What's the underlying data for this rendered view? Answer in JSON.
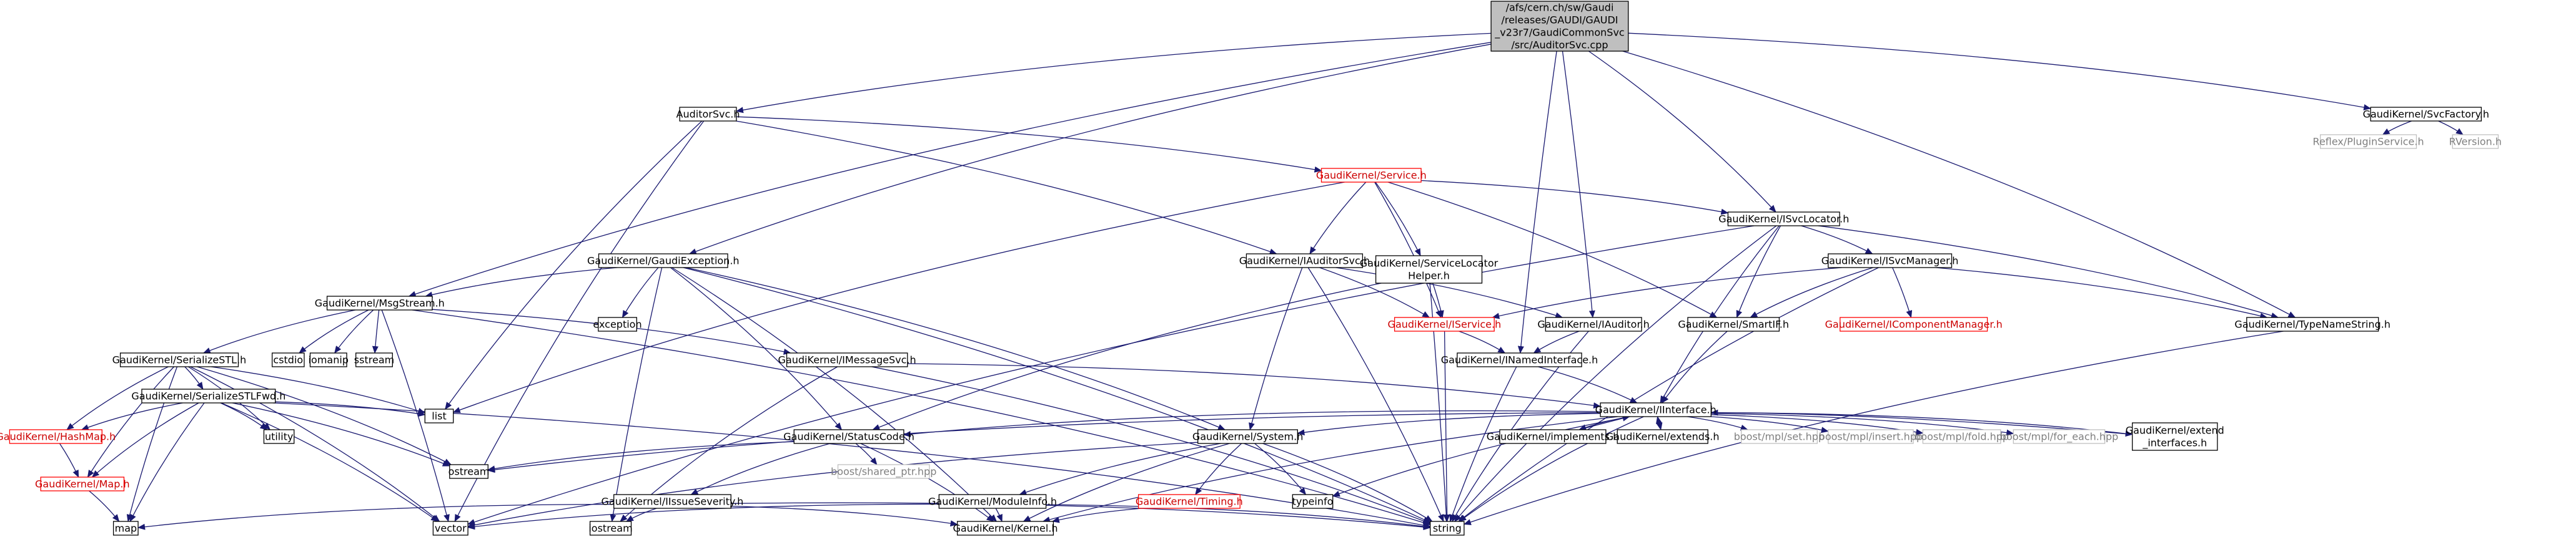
{
  "colors": {
    "edge": "#191970",
    "border": "#000000",
    "border_red": "#ff0000",
    "border_grey": "#bfbfbf",
    "root_fill": "#bfbfbf",
    "fill": "#ffffff"
  },
  "nodes": [
    {
      "id": "root",
      "lines": [
        "/afs/cern.ch/sw/Gaudi",
        "/releases/GAUDI/GAUDI",
        "_v23r7/GaudiCommonSvc",
        "/src/AuditorSvc.cpp"
      ],
      "style": "root"
    },
    {
      "id": "auditorsvc_h",
      "lines": [
        "AuditorSvc.h"
      ],
      "style": "normal"
    },
    {
      "id": "svcfactory",
      "lines": [
        "GaudiKernel/SvcFactory.h"
      ],
      "style": "normal"
    },
    {
      "id": "reflex",
      "lines": [
        "Reflex/PluginService.h"
      ],
      "style": "grey"
    },
    {
      "id": "rversion",
      "lines": [
        "RVersion.h"
      ],
      "style": "grey"
    },
    {
      "id": "service",
      "lines": [
        "GaudiKernel/Service.h"
      ],
      "style": "red"
    },
    {
      "id": "isvclocator",
      "lines": [
        "GaudiKernel/ISvcLocator.h"
      ],
      "style": "normal"
    },
    {
      "id": "gaudiexception",
      "lines": [
        "GaudiKernel/GaudiException.h"
      ],
      "style": "normal"
    },
    {
      "id": "iauditorsvc",
      "lines": [
        "GaudiKernel/IAuditorSvc.h"
      ],
      "style": "normal"
    },
    {
      "id": "servicelocatorhelper",
      "lines": [
        "GaudiKernel/ServiceLocator",
        "Helper.h"
      ],
      "style": "normal"
    },
    {
      "id": "isvcmanager",
      "lines": [
        "GaudiKernel/ISvcManager.h"
      ],
      "style": "normal"
    },
    {
      "id": "msgstream",
      "lines": [
        "GaudiKernel/MsgStream.h"
      ],
      "style": "normal"
    },
    {
      "id": "exception",
      "lines": [
        "exception"
      ],
      "style": "normal"
    },
    {
      "id": "iservice",
      "lines": [
        "GaudiKernel/IService.h"
      ],
      "style": "red"
    },
    {
      "id": "iauditor",
      "lines": [
        "GaudiKernel/IAuditor.h"
      ],
      "style": "normal"
    },
    {
      "id": "smartif",
      "lines": [
        "GaudiKernel/SmartIF.h"
      ],
      "style": "normal"
    },
    {
      "id": "icomponentmanager",
      "lines": [
        "GaudiKernel/IComponentManager.h"
      ],
      "style": "red"
    },
    {
      "id": "typenamestring",
      "lines": [
        "GaudiKernel/TypeNameString.h"
      ],
      "style": "normal"
    },
    {
      "id": "serializestl",
      "lines": [
        "GaudiKernel/SerializeSTL.h"
      ],
      "style": "normal"
    },
    {
      "id": "cstdio",
      "lines": [
        "cstdio"
      ],
      "style": "normal"
    },
    {
      "id": "iomanip",
      "lines": [
        "iomanip"
      ],
      "style": "normal"
    },
    {
      "id": "sstream",
      "lines": [
        "sstream"
      ],
      "style": "normal"
    },
    {
      "id": "imessagesvc",
      "lines": [
        "GaudiKernel/IMessageSvc.h"
      ],
      "style": "normal"
    },
    {
      "id": "inamedinterface",
      "lines": [
        "GaudiKernel/INamedInterface.h"
      ],
      "style": "normal"
    },
    {
      "id": "serializestlfwd",
      "lines": [
        "GaudiKernel/SerializeSTLFwd.h"
      ],
      "style": "normal"
    },
    {
      "id": "list",
      "lines": [
        "list"
      ],
      "style": "normal"
    },
    {
      "id": "utility",
      "lines": [
        "utility"
      ],
      "style": "normal"
    },
    {
      "id": "iinterface",
      "lines": [
        "GaudiKernel/IInterface.h"
      ],
      "style": "normal"
    },
    {
      "id": "hashmap",
      "lines": [
        "GaudiKernel/HashMap.h"
      ],
      "style": "red"
    },
    {
      "id": "statuscode",
      "lines": [
        "GaudiKernel/StatusCode.h"
      ],
      "style": "normal"
    },
    {
      "id": "system",
      "lines": [
        "GaudiKernel/System.h"
      ],
      "style": "normal"
    },
    {
      "id": "implements",
      "lines": [
        "GaudiKernel/implements.h"
      ],
      "style": "normal"
    },
    {
      "id": "extends",
      "lines": [
        "GaudiKernel/extends.h"
      ],
      "style": "normal"
    },
    {
      "id": "mplset",
      "lines": [
        "boost/mpl/set.hpp"
      ],
      "style": "grey"
    },
    {
      "id": "mplinsert",
      "lines": [
        "boost/mpl/insert.hpp"
      ],
      "style": "grey"
    },
    {
      "id": "mplfold",
      "lines": [
        "boost/mpl/fold.hpp"
      ],
      "style": "grey"
    },
    {
      "id": "mplforeach",
      "lines": [
        "boost/mpl/for_each.hpp"
      ],
      "style": "grey"
    },
    {
      "id": "extendinterfaces",
      "lines": [
        "GaudiKernel/extend",
        "_interfaces.h"
      ],
      "style": "normal"
    },
    {
      "id": "map_h",
      "lines": [
        "GaudiKernel/Map.h"
      ],
      "style": "red"
    },
    {
      "id": "ostream",
      "lines": [
        "ostream"
      ],
      "style": "normal"
    },
    {
      "id": "sharedptr",
      "lines": [
        "boost/shared_ptr.hpp"
      ],
      "style": "grey"
    },
    {
      "id": "iissueseverity",
      "lines": [
        "GaudiKernel/IIssueSeverity.h"
      ],
      "style": "normal"
    },
    {
      "id": "moduleinfo",
      "lines": [
        "GaudiKernel/ModuleInfo.h"
      ],
      "style": "normal"
    },
    {
      "id": "timing",
      "lines": [
        "GaudiKernel/Timing.h"
      ],
      "style": "red"
    },
    {
      "id": "typeinfo",
      "lines": [
        "typeinfo"
      ],
      "style": "normal"
    },
    {
      "id": "map",
      "lines": [
        "map"
      ],
      "style": "normal"
    },
    {
      "id": "vector",
      "lines": [
        "vector"
      ],
      "style": "normal"
    },
    {
      "id": "iostream",
      "lines": [
        "iostream"
      ],
      "style": "normal"
    },
    {
      "id": "kernel",
      "lines": [
        "GaudiKernel/Kernel.h"
      ],
      "style": "normal"
    },
    {
      "id": "string",
      "lines": [
        "string"
      ],
      "style": "normal"
    }
  ],
  "edges": [
    [
      "root",
      "auditorsvc_h"
    ],
    [
      "root",
      "svcfactory"
    ],
    [
      "root",
      "isvclocator"
    ],
    [
      "root",
      "gaudiexception"
    ],
    [
      "root",
      "msgstream"
    ],
    [
      "root",
      "iauditor"
    ],
    [
      "root",
      "inamedinterface"
    ],
    [
      "root",
      "typenamestring"
    ],
    [
      "svcfactory",
      "reflex"
    ],
    [
      "svcfactory",
      "rversion"
    ],
    [
      "auditorsvc_h",
      "service"
    ],
    [
      "auditorsvc_h",
      "iauditorsvc"
    ],
    [
      "auditorsvc_h",
      "list"
    ],
    [
      "auditorsvc_h",
      "vector"
    ],
    [
      "service",
      "isvclocator"
    ],
    [
      "service",
      "iauditorsvc"
    ],
    [
      "service",
      "servicelocatorhelper"
    ],
    [
      "service",
      "iservice"
    ],
    [
      "service",
      "smartif"
    ],
    [
      "service",
      "list"
    ],
    [
      "isvclocator",
      "isvcmanager"
    ],
    [
      "isvclocator",
      "smartif"
    ],
    [
      "isvclocator",
      "typenamestring"
    ],
    [
      "isvclocator",
      "iinterface"
    ],
    [
      "isvclocator",
      "vector"
    ],
    [
      "isvclocator",
      "string"
    ],
    [
      "gaudiexception",
      "exception"
    ],
    [
      "gaudiexception",
      "msgstream"
    ],
    [
      "gaudiexception",
      "statuscode"
    ],
    [
      "gaudiexception",
      "system"
    ],
    [
      "gaudiexception",
      "kernel"
    ],
    [
      "gaudiexception",
      "iostream"
    ],
    [
      "gaudiexception",
      "string"
    ],
    [
      "iauditorsvc",
      "iservice"
    ],
    [
      "iauditorsvc",
      "iauditor"
    ],
    [
      "iauditorsvc",
      "system"
    ],
    [
      "iauditorsvc",
      "string"
    ],
    [
      "servicelocatorhelper",
      "iservice"
    ],
    [
      "servicelocatorhelper",
      "statuscode"
    ],
    [
      "servicelocatorhelper",
      "string"
    ],
    [
      "isvcmanager",
      "iservice"
    ],
    [
      "isvcmanager",
      "icomponentmanager"
    ],
    [
      "isvcmanager",
      "smartif"
    ],
    [
      "isvcmanager",
      "typenamestring"
    ],
    [
      "isvcmanager",
      "string"
    ],
    [
      "msgstream",
      "serializestl"
    ],
    [
      "msgstream",
      "cstdio"
    ],
    [
      "msgstream",
      "iomanip"
    ],
    [
      "msgstream",
      "sstream"
    ],
    [
      "msgstream",
      "imessagesvc"
    ],
    [
      "msgstream",
      "vector"
    ],
    [
      "msgstream",
      "string"
    ],
    [
      "iservice",
      "inamedinterface"
    ],
    [
      "iservice",
      "string"
    ],
    [
      "iauditor",
      "inamedinterface"
    ],
    [
      "iauditor",
      "string"
    ],
    [
      "smartif",
      "iinterface"
    ],
    [
      "typenamestring",
      "string"
    ],
    [
      "serializestl",
      "serializestlfwd"
    ],
    [
      "serializestl",
      "hashmap"
    ],
    [
      "serializestl",
      "map_h"
    ],
    [
      "serializestl",
      "list"
    ],
    [
      "serializestl",
      "utility"
    ],
    [
      "serializestl",
      "ostream"
    ],
    [
      "serializestl",
      "map"
    ],
    [
      "serializestl",
      "vector"
    ],
    [
      "imessagesvc",
      "iinterface"
    ],
    [
      "imessagesvc",
      "iostream"
    ],
    [
      "imessagesvc",
      "string"
    ],
    [
      "inamedinterface",
      "iinterface"
    ],
    [
      "inamedinterface",
      "string"
    ],
    [
      "serializestlfwd",
      "hashmap"
    ],
    [
      "serializestlfwd",
      "map_h"
    ],
    [
      "serializestlfwd",
      "list"
    ],
    [
      "serializestlfwd",
      "utility"
    ],
    [
      "serializestlfwd",
      "ostream"
    ],
    [
      "serializestlfwd",
      "map"
    ],
    [
      "serializestlfwd",
      "vector"
    ],
    [
      "serializestlfwd",
      "string"
    ],
    [
      "hashmap",
      "map_h"
    ],
    [
      "map_h",
      "map"
    ],
    [
      "iinterface",
      "statuscode"
    ],
    [
      "iinterface",
      "system"
    ],
    [
      "iinterface",
      "implements"
    ],
    [
      "iinterface",
      "extends"
    ],
    [
      "iinterface",
      "mplset"
    ],
    [
      "iinterface",
      "mplinsert"
    ],
    [
      "iinterface",
      "mplfold"
    ],
    [
      "iinterface",
      "mplforeach"
    ],
    [
      "iinterface",
      "extendinterfaces"
    ],
    [
      "iinterface",
      "typeinfo"
    ],
    [
      "iinterface",
      "ostream"
    ],
    [
      "iinterface",
      "kernel"
    ],
    [
      "iinterface",
      "string"
    ],
    [
      "implements",
      "iinterface"
    ],
    [
      "extends",
      "iinterface"
    ],
    [
      "extendinterfaces",
      "iinterface"
    ],
    [
      "statuscode",
      "iissueseverity"
    ],
    [
      "statuscode",
      "sharedptr"
    ],
    [
      "statuscode",
      "ostream"
    ],
    [
      "statuscode",
      "kernel"
    ],
    [
      "system",
      "moduleinfo"
    ],
    [
      "system",
      "timing"
    ],
    [
      "system",
      "kernel"
    ],
    [
      "system",
      "typeinfo"
    ],
    [
      "system",
      "vector"
    ],
    [
      "system",
      "string"
    ],
    [
      "iissueseverity",
      "map"
    ],
    [
      "iissueseverity",
      "iostream"
    ],
    [
      "iissueseverity",
      "kernel"
    ],
    [
      "iissueseverity",
      "string"
    ],
    [
      "moduleinfo",
      "kernel"
    ],
    [
      "moduleinfo",
      "vector"
    ],
    [
      "moduleinfo",
      "string"
    ],
    [
      "timing",
      "kernel"
    ]
  ]
}
